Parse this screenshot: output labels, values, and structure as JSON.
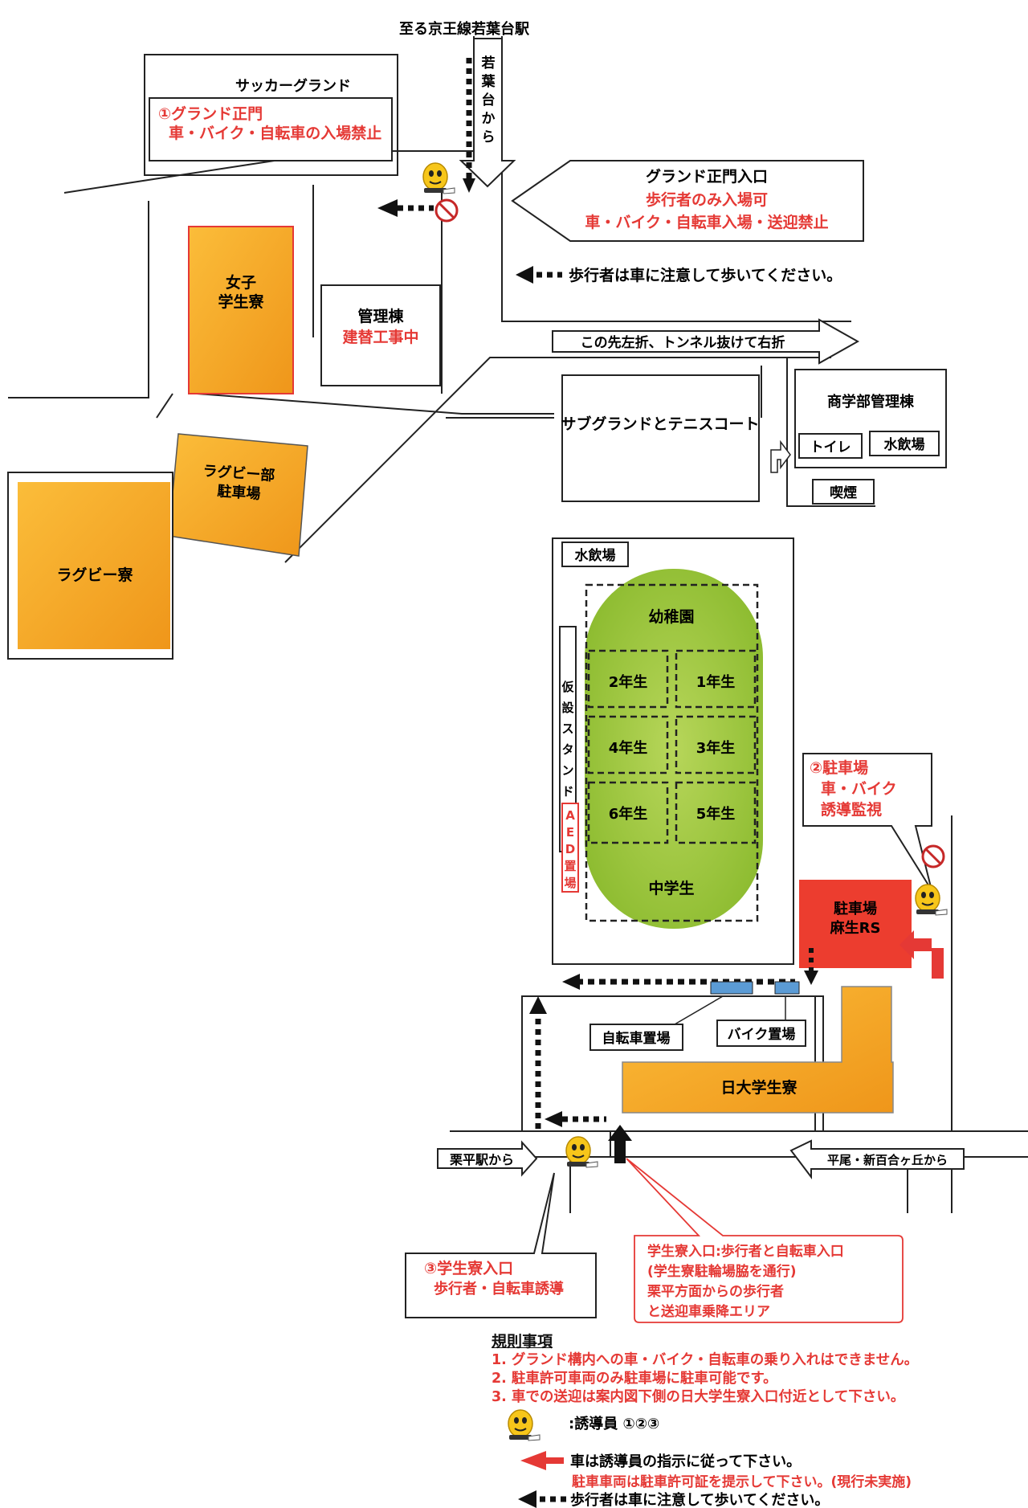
{
  "top_label": "至る京王線若葉台駅",
  "from_wakabadai": "若葉台から",
  "soccer_ground": "サッカーグランド",
  "gate1": {
    "title": "①グランド正門",
    "note": "車・バイク・自転車の入場禁止"
  },
  "main_entrance": {
    "title": "グランド正門入口",
    "line1": "歩行者のみ入場可",
    "line2": "車・バイク・自転車入場・送迎禁止"
  },
  "pedestrian_note": "歩行者は車に注意して歩いてください。",
  "womens_dorm": "女子\n学生寮",
  "admin_bldg": {
    "name": "管理棟",
    "status": "建替工事中"
  },
  "turn_sign": "この先左折、トンネル抜けて右折",
  "sub_ground": "サブグランドとテニスコート",
  "commerce_bldg": "商学部管理棟",
  "toilet": "トイレ",
  "water1": "水飲場",
  "smoking": "喫煙",
  "rugby_parking": "ラグビー部\n駐車場",
  "rugby_dorm": "ラグビー寮",
  "water2": "水飲場",
  "field_blocks": {
    "kindergarten": "幼稚園",
    "g2": "2年生",
    "g1": "1年生",
    "g4": "4年生",
    "g3": "3年生",
    "g6": "6年生",
    "g5": "5年生",
    "junior": "中学生"
  },
  "stand": "仮設スタンド",
  "aed": "AED置場",
  "parking2": {
    "title": "②駐車場",
    "l1": "車・バイク",
    "l2": "誘導監視"
  },
  "parking_lot": "駐車場\n麻生RS",
  "bicycle_parking": "自転車置場",
  "bike_parking": "バイク置場",
  "nichidai_dorm": "日大学生寮",
  "from_kurihira": "栗平駅から",
  "from_hirao": "平尾・新百合ヶ丘から",
  "dorm_entrance3": {
    "title": "③学生寮入口",
    "note": "歩行者・自転車誘導"
  },
  "dorm_entrance_info": [
    "学生寮入口:歩行者と自転車入口",
    "(学生寮駐輪場脇を通行)",
    "栗平方面からの歩行者",
    "と送迎車乗降エリア"
  ],
  "rules": {
    "title": "規則事項",
    "items": [
      "1. グランド構内への車・バイク・自転車の乗り入れはできません。",
      "2. 駐車許可車両のみ駐車場に駐車可能です。",
      "3. 車での送迎は案内図下側の日大学生寮入口付近として下さい。"
    ]
  },
  "legend": {
    "guide": ":誘導員 ①②③",
    "car_arrow_1": "車は誘導員の指示に従って下さい。",
    "car_arrow_2": "駐車車両は駐車許可証を提示して下さい。(現行未実施)",
    "ped_arrow": "歩行者は車に注意して歩いてください。"
  },
  "colors": {
    "orange": "#f6a423",
    "green": "#9bc53d",
    "red": "#e53935",
    "guide_yellow": "#f7c61a",
    "blue": "#5b9bd5"
  }
}
